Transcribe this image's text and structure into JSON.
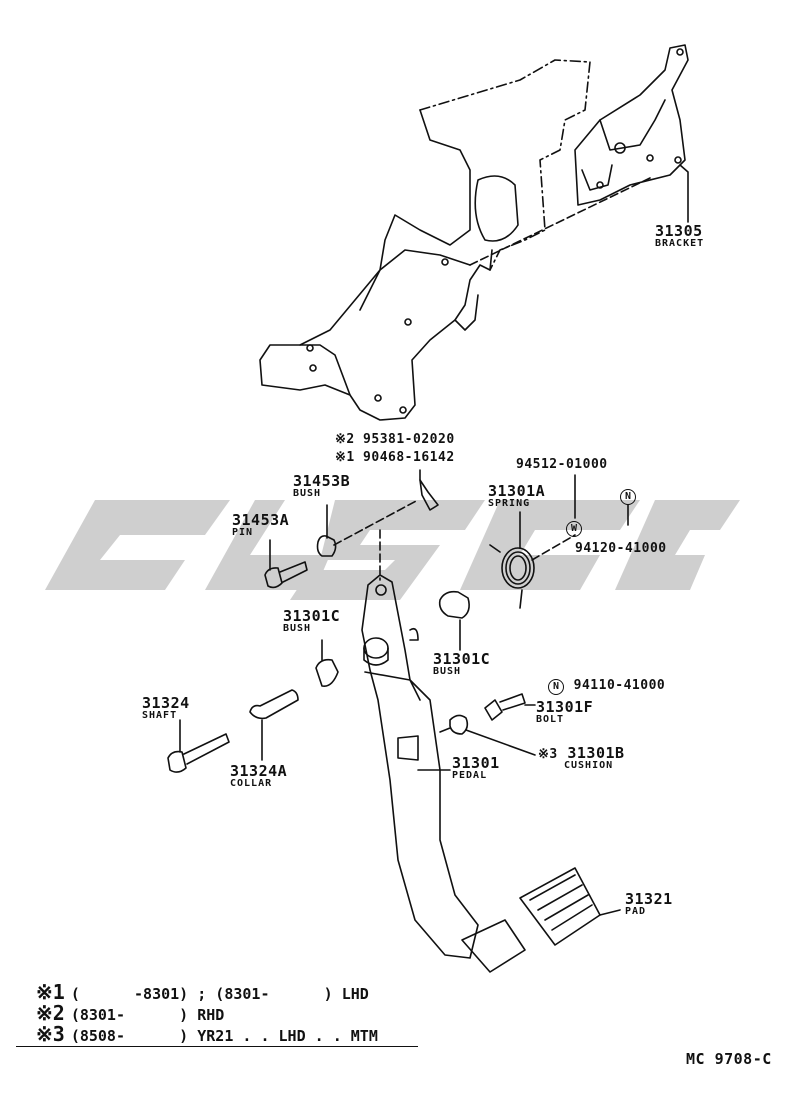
{
  "callouts": {
    "p31305": {
      "num": "31305",
      "name": "BRACKET"
    },
    "p95381": {
      "num": "※2 95381-02020"
    },
    "p90468": {
      "num": "※1 90468-16142"
    },
    "p31453B": {
      "num": "31453B",
      "name": "BUSH"
    },
    "p31453A": {
      "num": "31453A",
      "name": "PIN"
    },
    "p94512": {
      "num": "94512-01000"
    },
    "p31301A": {
      "num": "31301A",
      "name": "SPRING"
    },
    "w_mark": "W",
    "n_mark": "N",
    "p94120": {
      "num": "94120-41000"
    },
    "p31301C_left": {
      "num": "31301C",
      "name": "BUSH"
    },
    "p31301C_right": {
      "num": "31301C",
      "name": "BUSH"
    },
    "p94110": {
      "num": "94110-41000"
    },
    "p31301F": {
      "num": "31301F",
      "name": "BOLT"
    },
    "p31324": {
      "num": "31324",
      "name": "SHAFT"
    },
    "p31324A": {
      "num": "31324A",
      "name": "COLLAR"
    },
    "p31301": {
      "num": "31301",
      "name": "PEDAL"
    },
    "p31301B": {
      "num": "31301B",
      "name": "CUSHION",
      "mark": "※3"
    },
    "p31321": {
      "num": "31321",
      "name": "PAD"
    }
  },
  "notes": [
    {
      "mark": "※1",
      "text": "(      -8301) ; (8301-      ) LHD"
    },
    {
      "mark": "※2",
      "text": "(8301-      ) RHD"
    },
    {
      "mark": "※3",
      "text": "(8508-      ) YR21 . . LHD . . MTM"
    }
  ],
  "code": "MC 9708-C",
  "colors": {
    "ink": "#111111",
    "watermark": "#cfcfcf"
  }
}
